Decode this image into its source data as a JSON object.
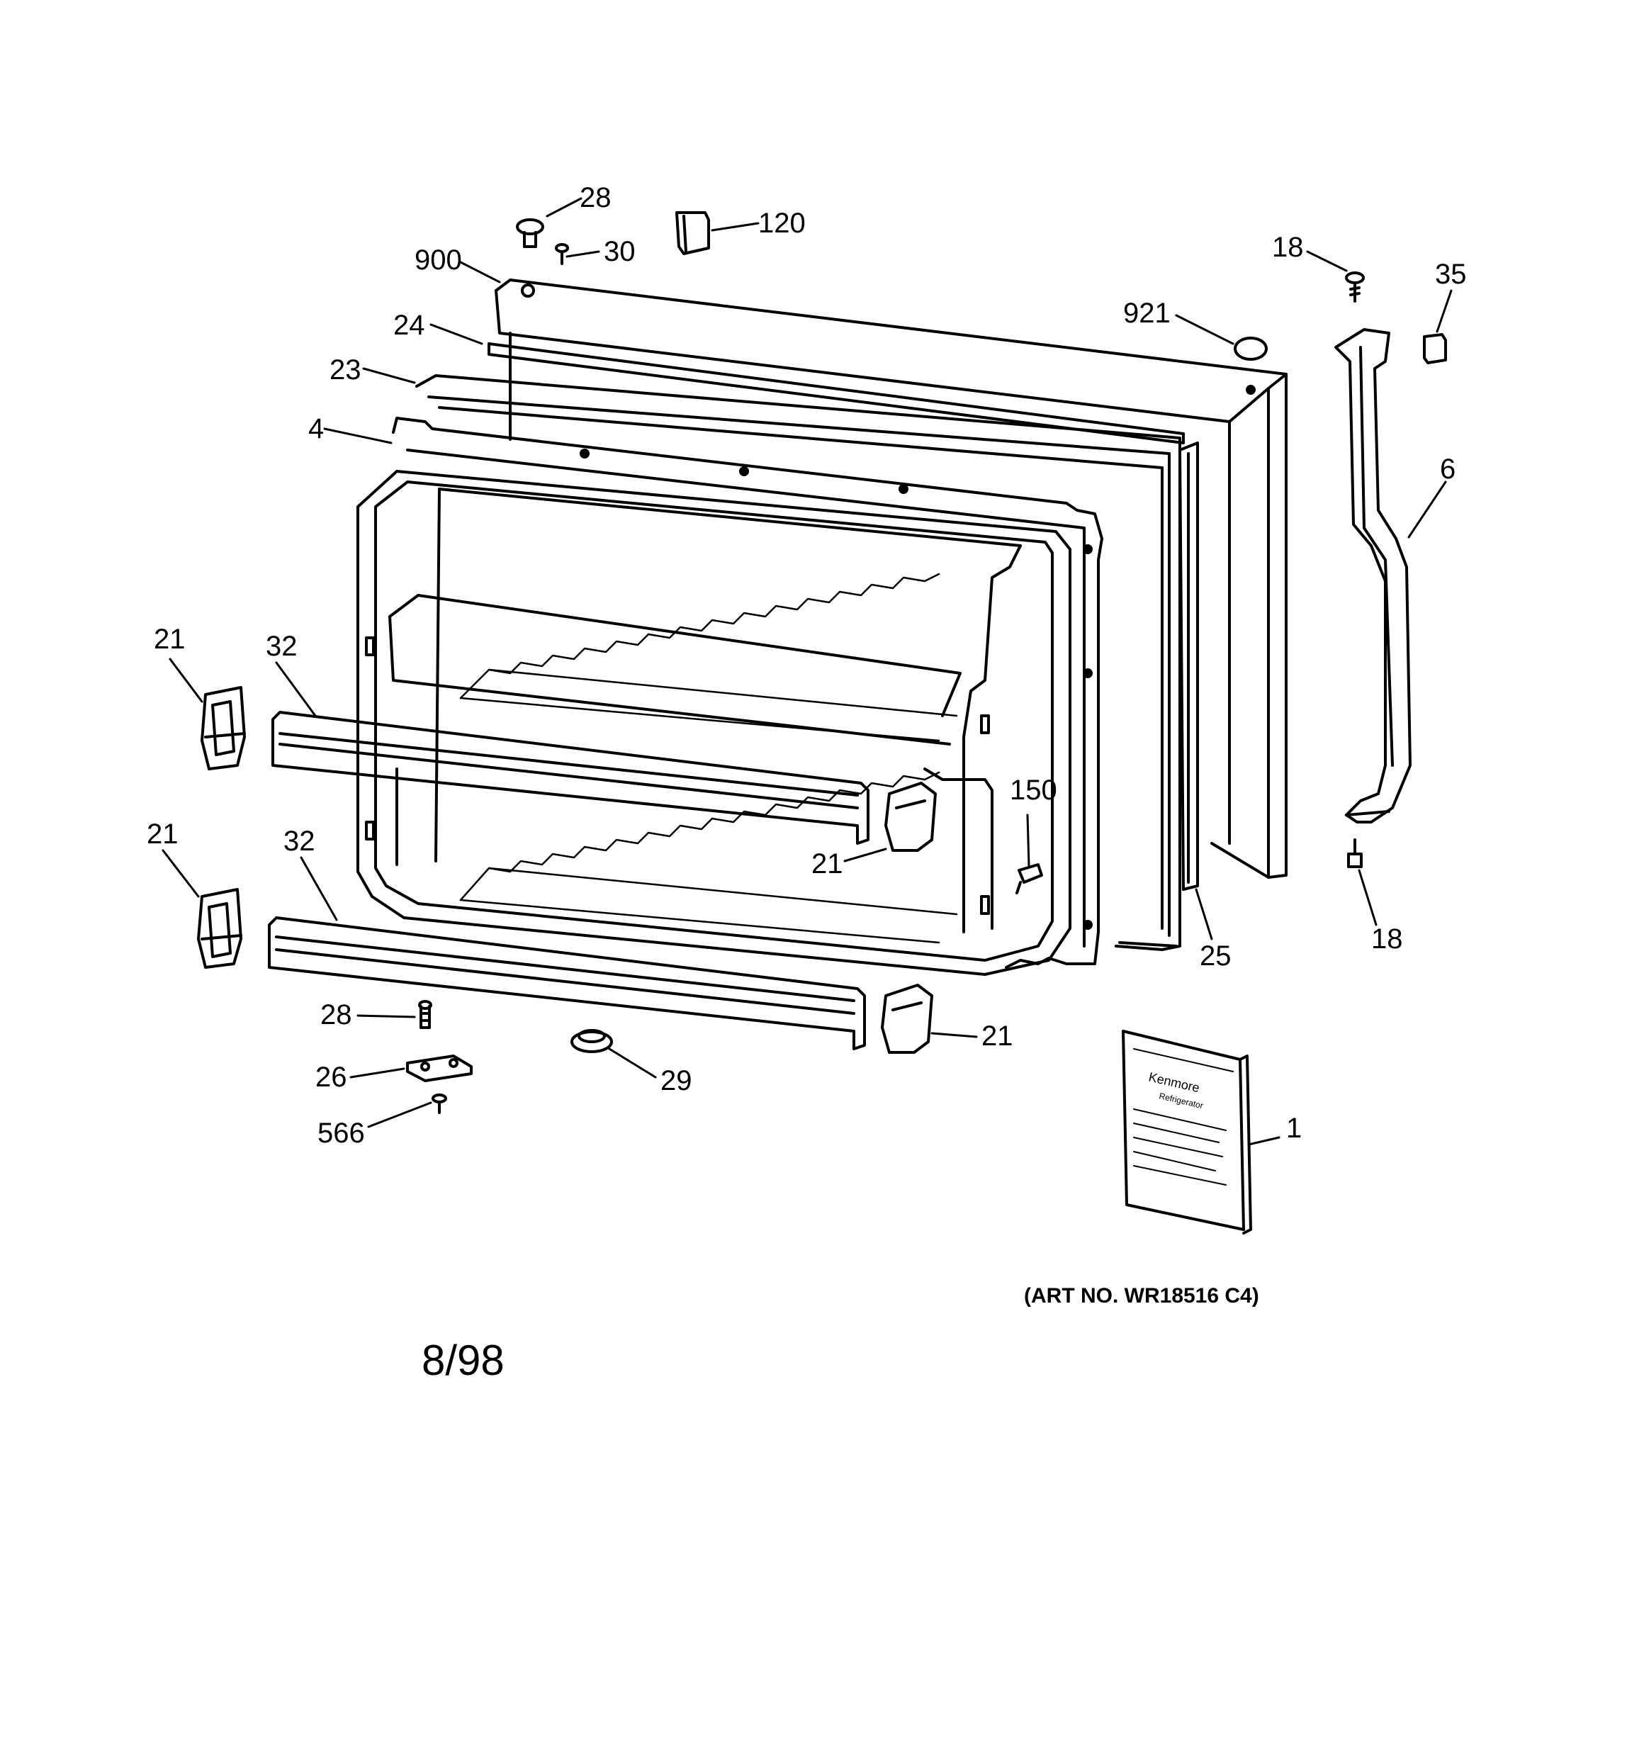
{
  "diagram": {
    "part_labels": {
      "p28_top": "28",
      "p30": "30",
      "p120": "120",
      "p900": "900",
      "p921": "921",
      "p18_top": "18",
      "p35": "35",
      "p24": "24",
      "p23": "23",
      "p4": "4",
      "p6": "6",
      "p21_upper_left": "21",
      "p32_upper": "32",
      "p21_lower_left": "21",
      "p32_lower": "32",
      "p150": "150",
      "p21_mid_right": "21",
      "p25": "25",
      "p18_bottom": "18",
      "p28_bottom": "28",
      "p26": "26",
      "p566": "566",
      "p29": "29",
      "p21_bottom_right": "21",
      "p1": "1"
    },
    "manual_text": {
      "brand": "Kenmore",
      "subtitle": "Refrigerator"
    },
    "art_number": "(ART NO. WR18516 C4)",
    "date_code": "8/98"
  }
}
